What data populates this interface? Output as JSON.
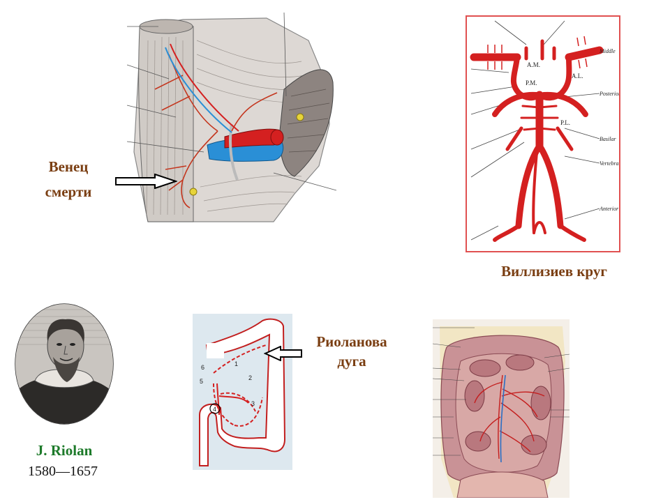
{
  "labels": {
    "corona_line1": "Венец",
    "corona_line2": "смерти",
    "willis": "Виллизиев круг",
    "riolan_arc_line1": "Риоланова",
    "riolan_arc_line2": "дуга",
    "riolan_name": "J. Riolan",
    "riolan_years": "1580—1657"
  },
  "willis_diagram": {
    "right_labels": [
      "Middle",
      "Posterior",
      "Basilar",
      "Vertebral",
      "Anterior"
    ],
    "inner_labels": [
      "A.M.",
      "P.M.",
      "A.L.",
      "P.L."
    ]
  },
  "colon_diagram": {
    "segment_numbers": [
      "1",
      "2",
      "3",
      "4",
      "5",
      "6"
    ]
  },
  "colors": {
    "artery": "#d42020",
    "vein": "#2a8fd6",
    "label_brown": "#7a3e12",
    "label_green": "#1d7a2a",
    "willis_border": "#e05050",
    "colon_bg": "#dde8ef"
  }
}
